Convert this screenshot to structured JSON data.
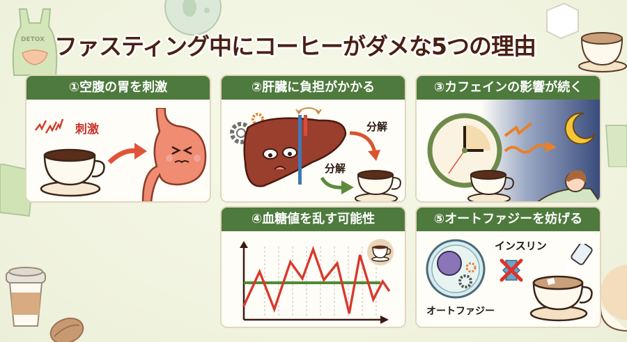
{
  "title": "ファスティング中にコーヒーがダメな5つの理由",
  "decorations": {
    "detox_label": "DETOX"
  },
  "colors": {
    "header_green": "#4e7a3d",
    "title_brown": "#4a1f12",
    "accent_red": "#d9382c",
    "stimulus_red": "#c8352a",
    "card_bg": "#fffdf7",
    "card_border": "#e2d6be"
  },
  "cards": [
    {
      "number": "①",
      "heading": "①空腹の胃を刺激",
      "labels": {
        "stimulus": "刺激"
      },
      "icons": [
        "coffee-cup-icon",
        "arrow-icon",
        "stomach-icon",
        "zigzag-icon"
      ]
    },
    {
      "number": "②",
      "heading": "②肝臓に負担がかかる",
      "labels": {
        "decompose_top": "分解",
        "decompose_bottom": "分解"
      },
      "icons": [
        "liver-icon",
        "gear-icon",
        "coffee-cup-icon",
        "arrow-icon"
      ]
    },
    {
      "number": "③",
      "heading": "③カフェインの影響が続く",
      "labels": {},
      "icons": [
        "clock-icon",
        "coffee-cup-icon",
        "wavy-arrow-icon",
        "moon-icon",
        "sleeping-person-icon"
      ]
    },
    {
      "number": "④",
      "heading": "④血糖値を乱す可能性",
      "labels": {},
      "icons": [
        "line-chart-icon",
        "coffee-badge-icon"
      ]
    },
    {
      "number": "⑤",
      "heading": "⑤オートファジーを妨げる",
      "labels": {
        "insulin": "インスリン",
        "autophagy": "オートファジー"
      },
      "icons": [
        "cell-icon",
        "insulin-blocked-icon",
        "sugar-coffee-icon"
      ]
    }
  ],
  "chart_data": {
    "type": "line",
    "title": "④血糖値を乱す可能性",
    "xlabel": "",
    "ylabel": "",
    "grid": "vertical dashed",
    "series": [
      {
        "name": "blood sugar",
        "color": "#d9382c",
        "values": [
          10,
          55,
          15,
          70,
          60,
          85,
          50,
          62,
          12,
          80,
          25,
          45,
          35
        ]
      },
      {
        "name": "baseline",
        "color": "#4e8a35",
        "values": [
          48,
          48,
          48,
          48,
          48,
          48,
          48,
          48,
          48,
          48,
          48,
          48,
          48
        ]
      }
    ]
  }
}
